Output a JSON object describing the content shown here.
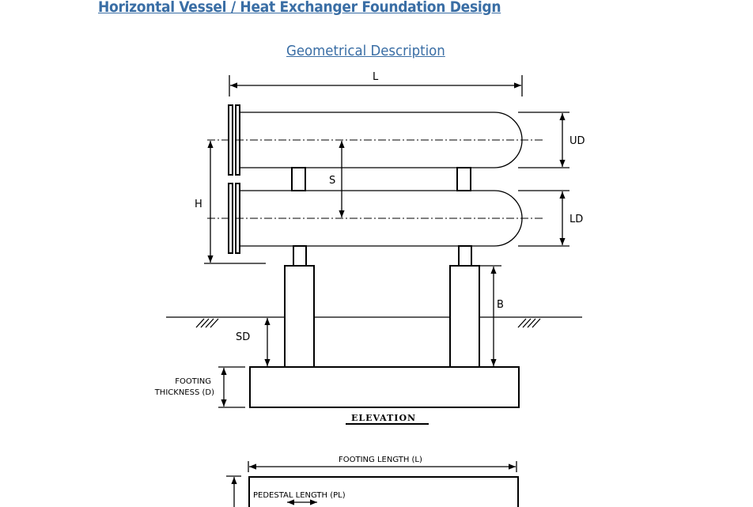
{
  "header": {
    "title": "Horizontal Vessel / Heat Exchanger Foundation Design",
    "subtitle": "Geometrical Description"
  },
  "diagram": {
    "labels": {
      "length": "L",
      "upper_diameter": "UD",
      "lower_diameter": "LD",
      "spacing": "S",
      "height": "H",
      "pedestal_height": "B",
      "soil_depth": "SD",
      "footing_thickness_line1": "FOOTING",
      "footing_thickness_line2": "THICKNESS (D)",
      "elevation": "ELEVATION",
      "footing_length": "FOOTING LENGTH (L)",
      "pedestal_length": "PEDESTAL LENGTH (PL)"
    }
  }
}
